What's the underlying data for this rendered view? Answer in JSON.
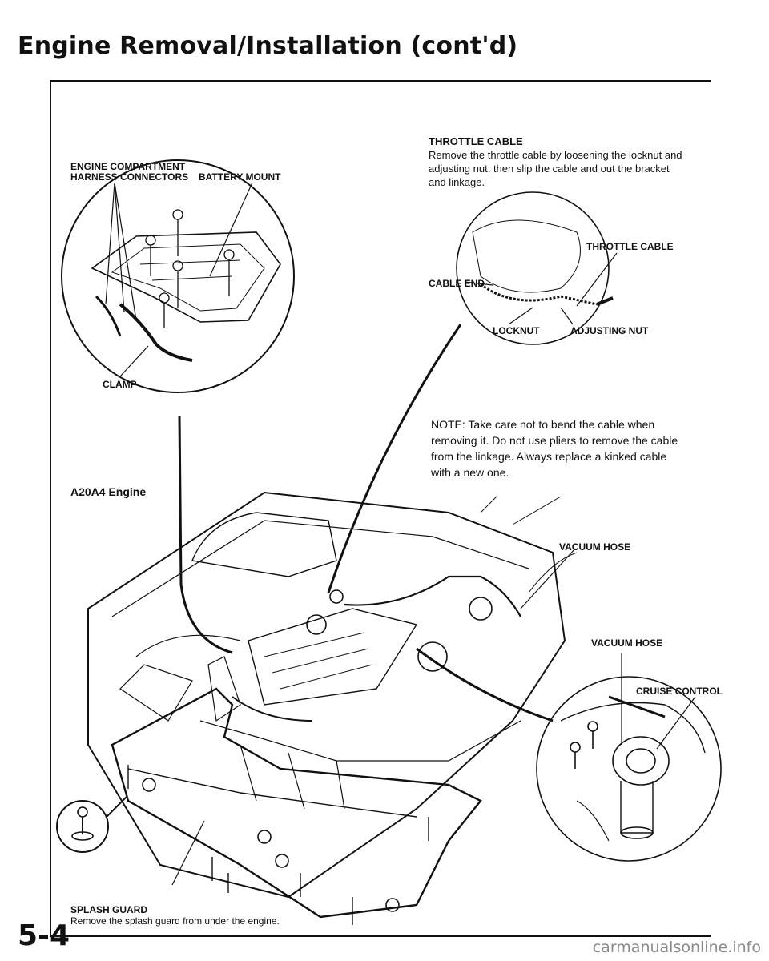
{
  "header": {
    "title": "Engine Removal/Installation (cont'd)"
  },
  "labels": {
    "harness_line1": "ENGINE COMPARTMENT",
    "harness_line2": "HARNESS CONNECTORS",
    "battery_mount": "BATTERY MOUNT",
    "clamp": "CLAMP",
    "engine": "A20A4 Engine",
    "throttle_cable_callout": "THROTTLE CABLE",
    "cable_end": "CABLE END",
    "locknut": "LOCKNUT",
    "adjusting_nut": "ADJUSTING NUT",
    "vacuum_hose_1": "VACUUM HOSE",
    "vacuum_hose_2": "VACUUM HOSE",
    "cruise_control": "CRUISE CONTROL",
    "splash_guard": "SPLASH GUARD"
  },
  "throttle_section": {
    "heading": "THROTTLE CABLE",
    "line1": "Remove the throttle cable by loosening the locknut and",
    "line2": "adjusting nut, then slip the cable and out the bracket",
    "line3": "and linkage."
  },
  "note": {
    "line1": "NOTE: Take care not to bend the cable when",
    "line2": "removing it. Do not use pliers to remove the cable",
    "line3": "from the linkage. Always replace a kinked cable",
    "line4": "with a new one."
  },
  "splash_instruction": "Remove the splash guard from under the engine.",
  "footer": {
    "page_number": "5-4",
    "watermark": "carmanualsonline.info"
  }
}
